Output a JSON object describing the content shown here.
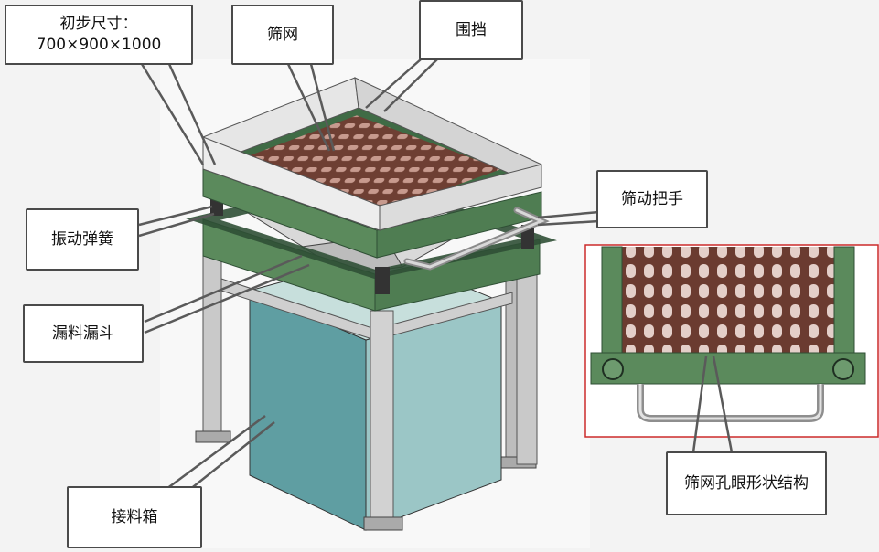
{
  "labels": {
    "size_line1": "初步尺寸：",
    "size_line2": "700×900×1000",
    "screen": "筛网",
    "guard": "围挡",
    "handle": "筛动把手",
    "spring": "振动弹簧",
    "funnel": "漏料漏斗",
    "bin": "接料箱",
    "hole_structure": "筛网孔眼形状结构"
  },
  "colors": {
    "frame_green": "#5b8a5c",
    "frame_green_dark": "#3f6b45",
    "steel": "#c9c9c9",
    "mesh_brown": "#7a4a3c",
    "bin_teal": "#6aa7a9",
    "detail_border": "#cc2b2b"
  }
}
